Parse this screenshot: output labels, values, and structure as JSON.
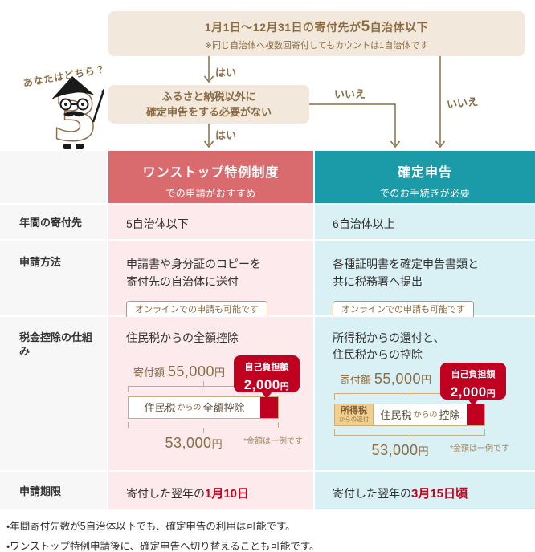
{
  "colors": {
    "brown_text": "#8b6c44",
    "beige_box": "#f2e9dc",
    "red_header": "#d96b6e",
    "teal_header": "#1b9ba7",
    "pink_cell": "#fdeaec",
    "cyan_cell": "#d9f1f4",
    "label_cell_bg": "#f7f7f7",
    "accent_red": "#c00021",
    "date_red": "#c8001e",
    "income_tan": "#f2cf8e"
  },
  "flowchart": {
    "question_label": "あなたはどちら？",
    "mascot": "number-3-character-with-hat-glasses-mustache",
    "top_box": {
      "line1_prefix": "1月1日～12月31日の寄付先が",
      "line1_highlight": "5",
      "line1_suffix": "自治体以下",
      "line2": "※同じ自治体へ複数回寄付してもカウントは1自治体です"
    },
    "middle_box": {
      "line1": "ふるさと納税以外に",
      "line2": "確定申告をする必要がない"
    },
    "yes_label_1": "はい",
    "yes_label_2": "はい",
    "no_label_1": "いいえ",
    "no_label_2": "いいえ"
  },
  "table": {
    "headers": {
      "left": {
        "title": "ワンストップ特例制度",
        "subtitle": "での申請がおすすめ"
      },
      "right": {
        "title": "確定申告",
        "subtitle": "でのお手続きが必要"
      }
    },
    "rows": {
      "donees": {
        "label": "年間の寄付先",
        "left": "5自治体以下",
        "right": "6自治体以上"
      },
      "method": {
        "label": "申請方法",
        "left_line1": "申請書や身分証のコピーを",
        "left_line2": "寄付先の自治体に送付",
        "right_line1": "各種証明書を確定申告書類と",
        "right_line2": "共に税務署へ提出",
        "badge": "オンラインでの申請も可能です"
      },
      "deduction": {
        "label": "税金控除の仕組み",
        "left_heading": "住民税からの全額控除",
        "right_heading_line1": "所得税からの還付と、",
        "right_heading_line2": "住民税からの控除",
        "donation_label": "寄付額",
        "donation_amount": "55,000",
        "yen": "円",
        "self_pay_label": "自己負担額",
        "self_pay_amount": "2,000",
        "self_pay_yen": "円",
        "left_bar_main1": "住民税",
        "left_bar_small": "からの",
        "left_bar_main2": "全額控除",
        "right_income_line1": "所得税",
        "right_income_line2": "からの還付",
        "right_bar_main1": "住民税",
        "right_bar_small": "からの",
        "right_bar_main2": "控除",
        "deducted_amount": "53,000",
        "note": "*金額は一例です"
      },
      "deadline": {
        "label": "申請期限",
        "left_prefix": "寄付した翌年の",
        "left_date": "1月10日",
        "right_prefix": "寄付した翌年の",
        "right_date": "3月15日頃"
      }
    }
  },
  "footnotes": [
    "・年間寄付先数が5自治体以下でも、確定申告の利用は可能です。",
    "・ワンストップ特例申請後に、確定申告へ切り替えることも可能です。"
  ]
}
